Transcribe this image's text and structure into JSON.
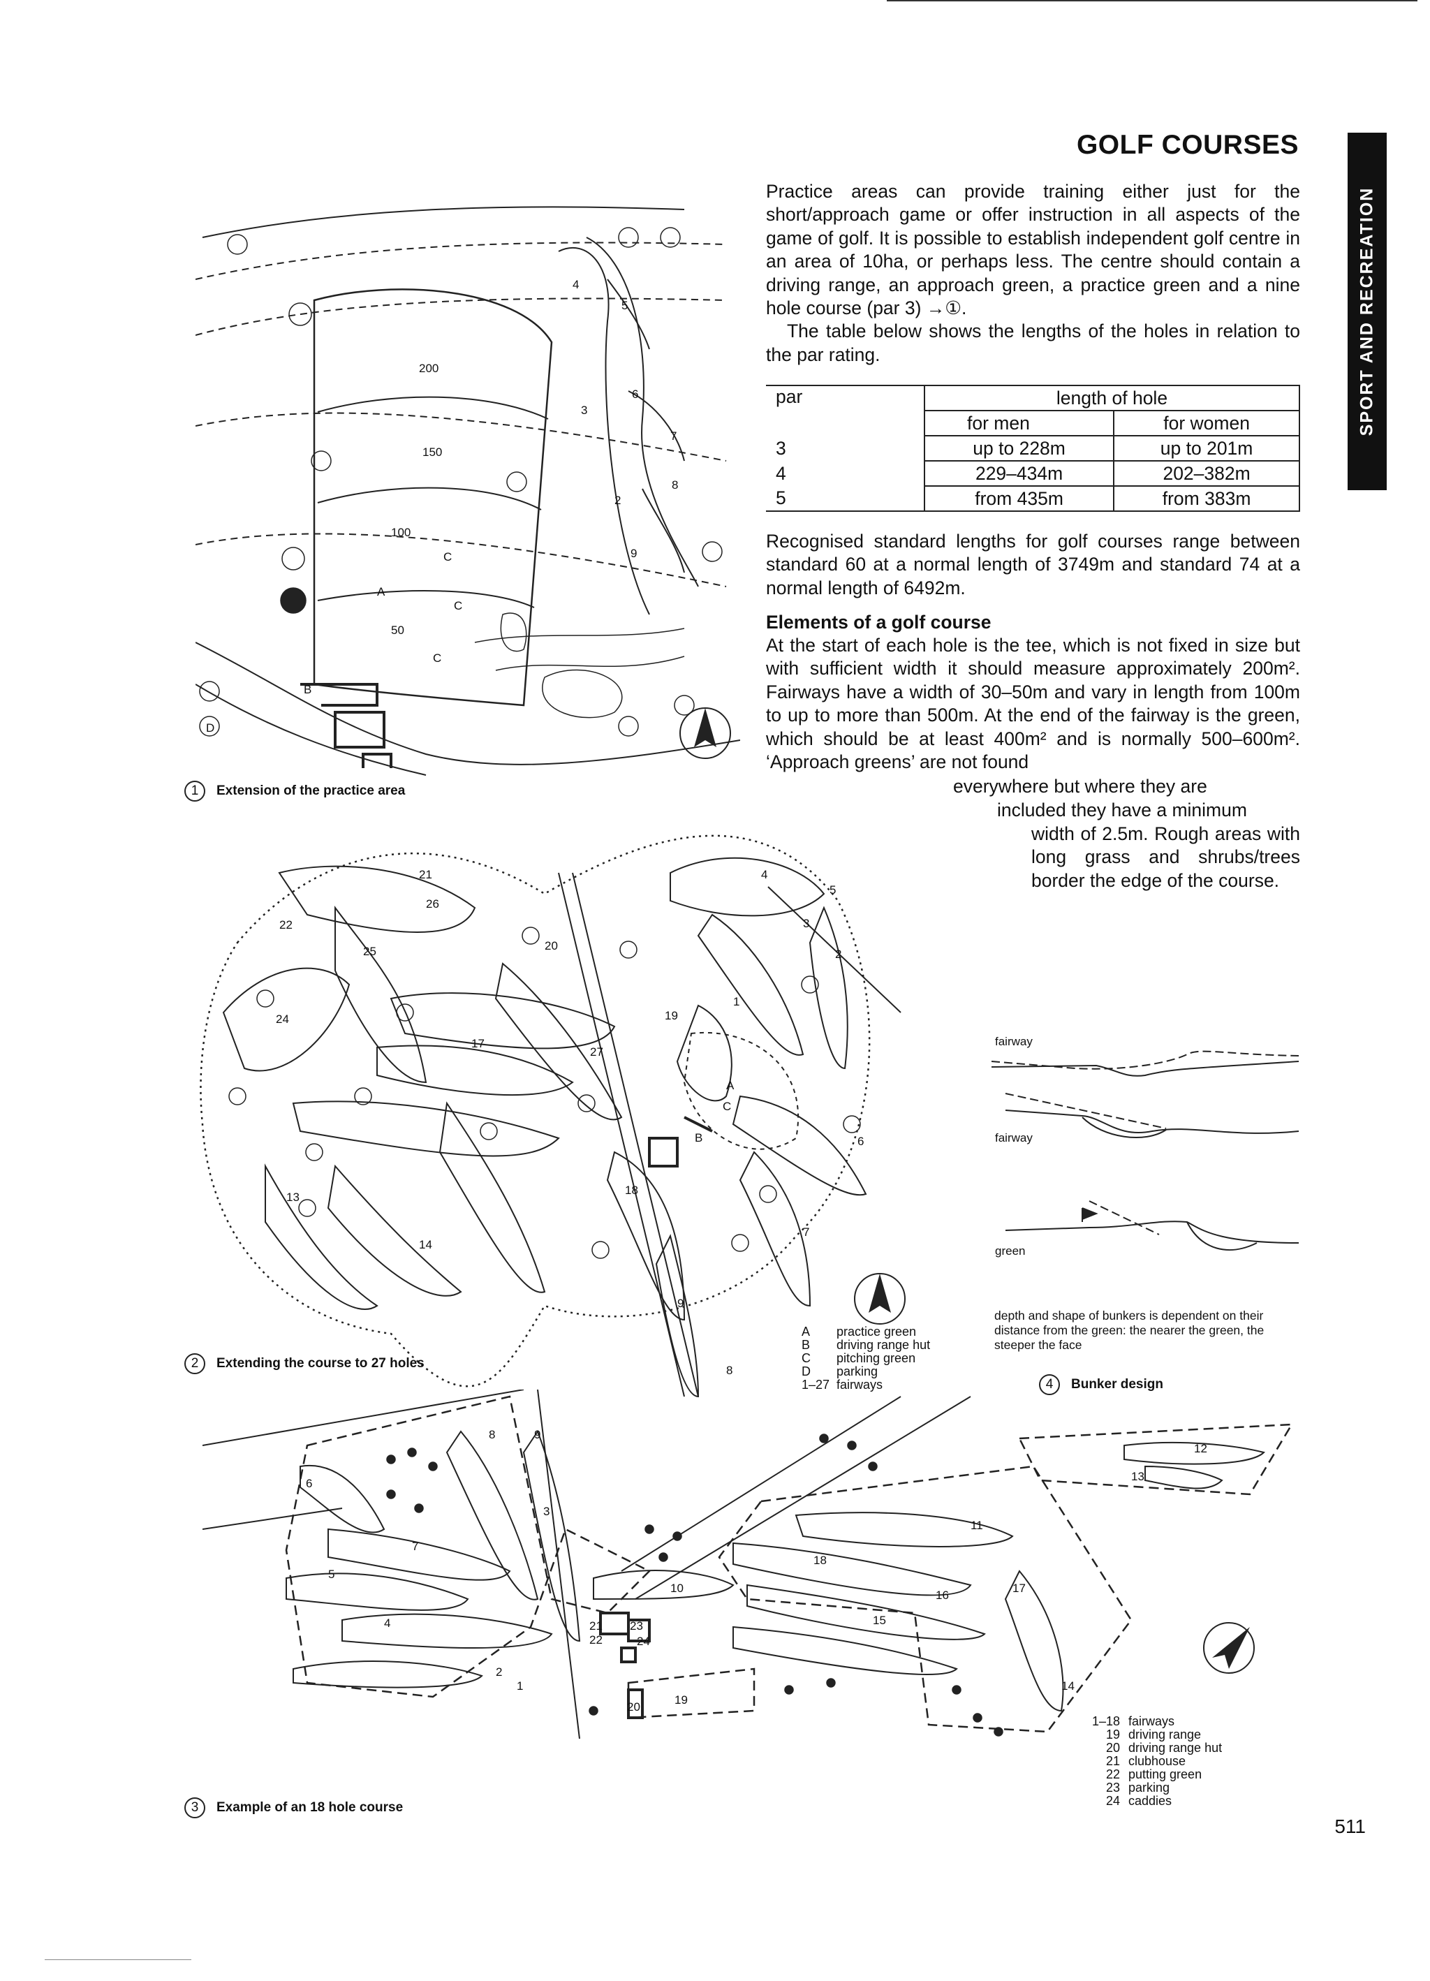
{
  "page": {
    "title": "GOLF COURSES",
    "side_tab": "SPORT AND RECREATION",
    "page_number": "511"
  },
  "intro": {
    "p1": "Practice areas can provide training either just for the short/approach game or offer instruction in all aspects of the game of golf. It is possible to establish independent golf centre in an area of 10ha, or perhaps less. The centre should contain a driving range, an approach green, a practice green and a nine hole course (par 3) →①.",
    "p2": "The table below shows the lengths of the holes in relation to the par rating."
  },
  "par_table": {
    "col_par": "par",
    "col_length": "length of hole",
    "col_men": "for men",
    "col_women": "for women",
    "rows": [
      {
        "par": "3",
        "men": "up to 228m",
        "women": "up to 201m"
      },
      {
        "par": "4",
        "men": "229–434m",
        "women": "202–382m"
      },
      {
        "par": "5",
        "men": "from 435m",
        "women": "from 383m"
      }
    ]
  },
  "recognised": "Recognised standard lengths for golf courses range between standard 60 at a normal length of 3749m and standard 74 at a normal length of 6492m.",
  "elements": {
    "heading": "Elements of a golf course",
    "text_a": "At the start of each hole is the tee, which is not fixed in size but with sufficient width it should measure approximately 200m². Fairways have a width of 30–50m and vary in length from 100m to up to more than 500m. At the end of the fairway is the green, which should be at least 400m² and is normally 500–600m². ‘Approach greens’ are not found",
    "text_b": "everywhere but where they are",
    "text_c": "included they have a minimum",
    "text_d": "width of 2.5m. Rough areas with long grass and shrubs/trees border the edge of the course."
  },
  "figures": {
    "fig1": {
      "number": "1",
      "caption": "Extension of the practice area",
      "labels": [
        "200",
        "150",
        "100",
        "50",
        "A",
        "B",
        "C",
        "C",
        "C",
        "D",
        "4",
        "5",
        "6",
        "3",
        "7",
        "8",
        "2",
        "9"
      ]
    },
    "fig2": {
      "number": "2",
      "caption": "Extending the course to 27 holes",
      "legend": [
        {
          "key": "A",
          "value": "practice green"
        },
        {
          "key": "B",
          "value": "driving range hut"
        },
        {
          "key": "C",
          "value": "pitching green"
        },
        {
          "key": "D",
          "value": "parking"
        },
        {
          "key": "1–27",
          "value": "fairways"
        }
      ],
      "labels": [
        "21",
        "22",
        "26",
        "25",
        "24",
        "20",
        "17",
        "19",
        "27",
        "13",
        "14",
        "18",
        "9",
        "8",
        "4",
        "5",
        "3",
        "2",
        "1",
        "6",
        "7",
        "A",
        "B",
        "C"
      ]
    },
    "fig3": {
      "number": "3",
      "caption": "Example of an 18 hole course",
      "legend": [
        {
          "key": "1–18",
          "value": "fairways"
        },
        {
          "key": "19",
          "value": "driving range"
        },
        {
          "key": "20",
          "value": "driving range hut"
        },
        {
          "key": "21",
          "value": "clubhouse"
        },
        {
          "key": "22",
          "value": "putting green"
        },
        {
          "key": "23",
          "value": "parking"
        },
        {
          "key": "24",
          "value": "caddies"
        }
      ],
      "labels": [
        "8",
        "9",
        "3",
        "6",
        "7",
        "5",
        "4",
        "2",
        "1",
        "10",
        "21",
        "22",
        "23",
        "24",
        "19",
        "20",
        "11",
        "12",
        "13",
        "16",
        "17",
        "15",
        "18",
        "14"
      ]
    },
    "fig4": {
      "number": "4",
      "caption": "Bunker design",
      "label_fairway_1": "fairway",
      "label_fairway_2": "fairway",
      "label_green": "green",
      "note": "depth and shape of bunkers is dependent on their distance from the green: the nearer the green, the steeper the face"
    }
  }
}
